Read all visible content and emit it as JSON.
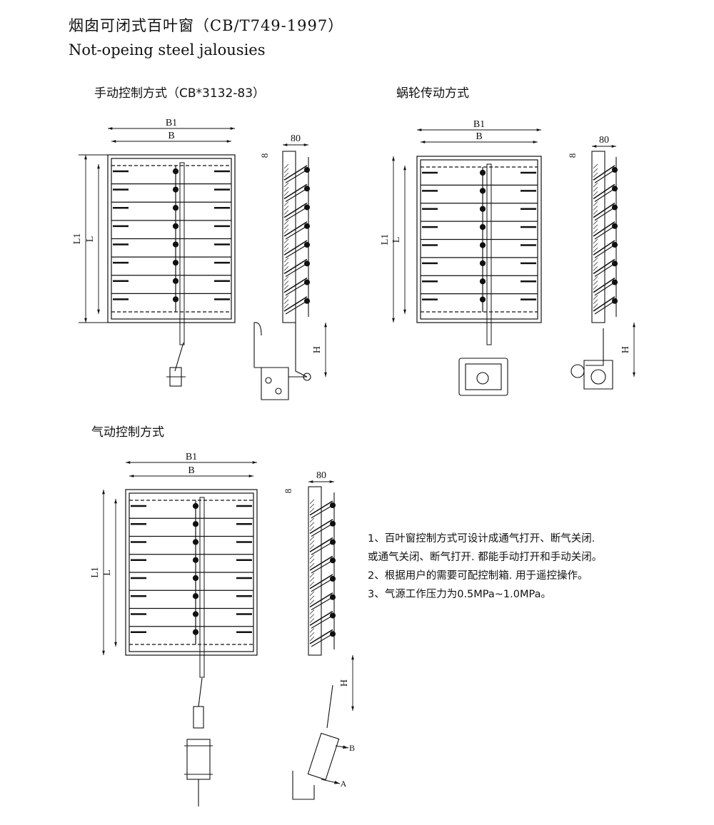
{
  "header": {
    "title_cn": "烟囱可闭式百叶窗（CB/T749-1997）",
    "title_en": "Not-opeing steel jalousies"
  },
  "sections": {
    "manual": "手动控制方式（CB*3132-83）",
    "worm": "蜗轮传动方式",
    "pneumatic": "气动控制方式"
  },
  "dimensions": {
    "b1": "B1",
    "b": "B",
    "l1": "L1",
    "l": "L",
    "depth": "80",
    "gap": "8",
    "h": "H",
    "point_a": "A",
    "point_b": "B"
  },
  "notes": [
    "1、百叶窗控制方式可设计成通气打开、断气关闭.",
    "或通气关闭、断气打开. 都能手动打开和手动关闭。",
    "2、根据用户的需要可配控制箱. 用于遥控操作。",
    "3、气源工作压力为0.5MPa~1.0MPa。"
  ]
}
